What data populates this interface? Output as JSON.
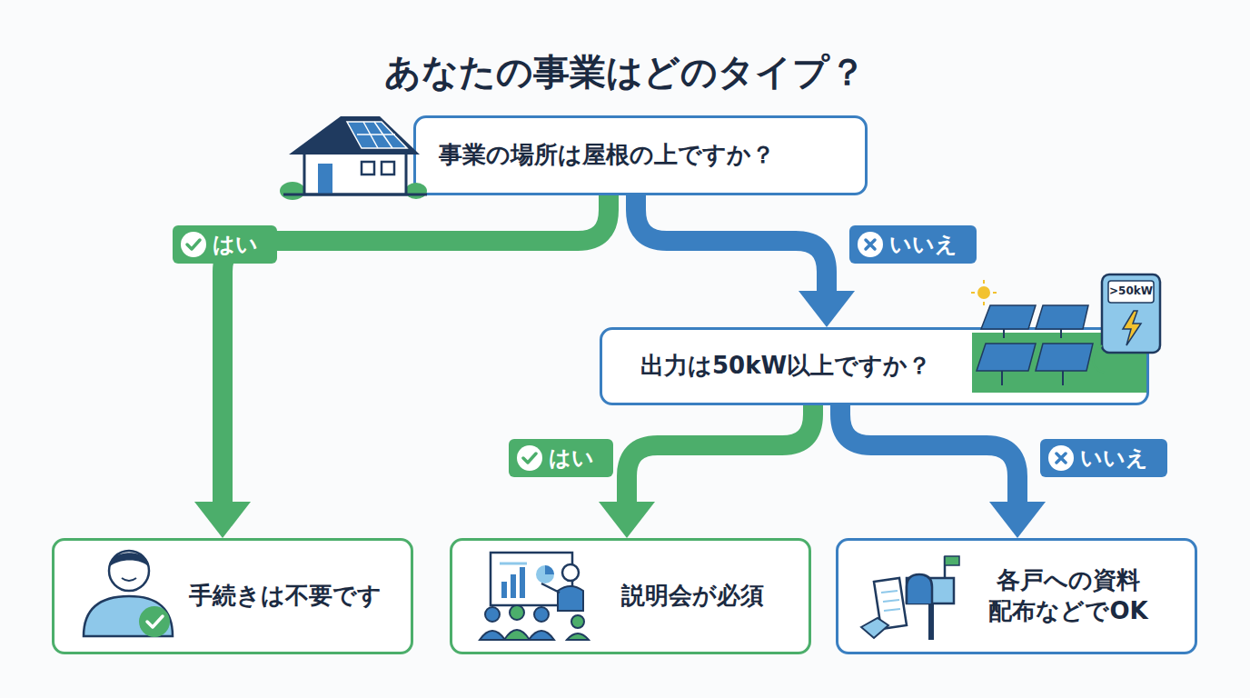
{
  "diagram": {
    "title": "あなたの事業はどのタイプ？",
    "nodes": [
      {
        "text": [
          "事業の場所は屋根の上ですか？"
        ]
      },
      {
        "text": [
          "出力は50kW以上ですか？"
        ]
      },
      {
        "text": [
          "手続きは不要です"
        ]
      },
      {
        "text": [
          "説明会が必須"
        ]
      },
      {
        "text": [
          "各戸への資料 配布などでOK"
        ]
      }
    ],
    "edges": [
      {
        "from": 0,
        "to": 2,
        "label": "はい",
        "arrow": "to"
      },
      {
        "from": 0,
        "to": 1,
        "label": "いいえ",
        "arrow": "to"
      },
      {
        "from": 1,
        "to": 3,
        "label": "はい",
        "arrow": "to"
      },
      {
        "from": 1,
        "to": 4,
        "label": "いいえ",
        "arrow": "to"
      }
    ],
    "labels": [
      ">50kW"
    ]
  }
}
